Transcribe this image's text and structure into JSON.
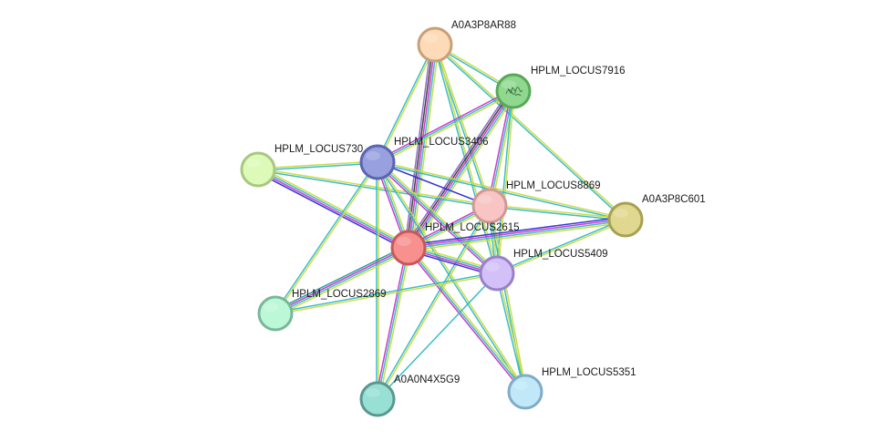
{
  "network": {
    "edge_colors": {
      "yellow": "#c8dc3c",
      "cyan": "#2fb8c8",
      "magenta": "#c832c8",
      "blue": "#2a2ad8",
      "dark": "#3a3a3a",
      "purple": "#8a64c8",
      "teal": "#1e9b9b"
    },
    "nodes": [
      {
        "id": "A0A3P8AR88",
        "label": "A0A3P8AR88",
        "fill": "#fddbb8",
        "stroke": "#c8a078"
      },
      {
        "id": "HPLM_LOCUS7916",
        "label": "HPLM_LOCUS7916",
        "fill": "#90d890",
        "stroke": "#58a858",
        "has_structure_icon": true
      },
      {
        "id": "HPLM_LOCUS7301",
        "label": "HPLM_LOCUS730",
        "fill": "#ddfab8",
        "stroke": "#a8c880"
      },
      {
        "id": "HPLM_LOCUS3406",
        "label": "HPLM_LOCUS3406",
        "fill": "#98a0e0",
        "stroke": "#5a64b0"
      },
      {
        "id": "HPLM_LOCUS8869",
        "label": "HPLM_LOCUS8869",
        "fill": "#f8c4c4",
        "stroke": "#d09898"
      },
      {
        "id": "A0A3P8C601",
        "label": "A0A3P8C601",
        "fill": "#e0d890",
        "stroke": "#a8a050"
      },
      {
        "id": "HPLM_LOCUS2615",
        "label": "HPLM_LOCUS2615",
        "fill": "#f89090",
        "stroke": "#c85858"
      },
      {
        "id": "HPLM_LOCUS5409",
        "label": "HPLM_LOCUS5409",
        "fill": "#d4c0f8",
        "stroke": "#9a80c8"
      },
      {
        "id": "HPLM_LOCUS2869",
        "label": "HPLM_LOCUS2869",
        "fill": "#bcf8d8",
        "stroke": "#78b898"
      },
      {
        "id": "A0A0N4X5G9",
        "label": "A0A0N4X5G9",
        "fill": "#98e0d4",
        "stroke": "#589890"
      },
      {
        "id": "HPLM_LOCUS5351",
        "label": "HPLM_LOCUS5351",
        "fill": "#c0e8f8",
        "stroke": "#80acc8"
      }
    ],
    "edges": [
      {
        "source": "A0A3P8AR88",
        "target": "HPLM_LOCUS7916",
        "types": [
          "yellow",
          "cyan"
        ]
      },
      {
        "source": "A0A3P8AR88",
        "target": "HPLM_LOCUS3406",
        "types": [
          "yellow",
          "cyan"
        ]
      },
      {
        "source": "A0A3P8AR88",
        "target": "HPLM_LOCUS2615",
        "types": [
          "yellow",
          "cyan",
          "magenta",
          "dark",
          "purple"
        ]
      },
      {
        "source": "A0A3P8AR88",
        "target": "HPLM_LOCUS8869",
        "types": [
          "yellow",
          "cyan"
        ]
      },
      {
        "source": "A0A3P8AR88",
        "target": "HPLM_LOCUS5409",
        "types": [
          "yellow",
          "cyan"
        ]
      },
      {
        "source": "A0A3P8AR88",
        "target": "A0A3P8C601",
        "types": [
          "yellow",
          "cyan"
        ]
      },
      {
        "source": "HPLM_LOCUS7916",
        "target": "HPLM_LOCUS3406",
        "types": [
          "yellow",
          "cyan",
          "magenta"
        ]
      },
      {
        "source": "HPLM_LOCUS7916",
        "target": "HPLM_LOCUS2615",
        "types": [
          "yellow",
          "cyan",
          "magenta",
          "dark",
          "purple"
        ]
      },
      {
        "source": "HPLM_LOCUS7916",
        "target": "HPLM_LOCUS8869",
        "types": [
          "yellow",
          "cyan",
          "magenta"
        ]
      },
      {
        "source": "HPLM_LOCUS7916",
        "target": "HPLM_LOCUS5409",
        "types": [
          "yellow",
          "cyan"
        ]
      },
      {
        "source": "HPLM_LOCUS7301",
        "target": "HPLM_LOCUS3406",
        "types": [
          "yellow",
          "cyan"
        ]
      },
      {
        "source": "HPLM_LOCUS7301",
        "target": "HPLM_LOCUS2615",
        "types": [
          "yellow",
          "cyan",
          "magenta",
          "blue"
        ]
      },
      {
        "source": "HPLM_LOCUS7301",
        "target": "HPLM_LOCUS8869",
        "types": [
          "yellow",
          "cyan"
        ]
      },
      {
        "source": "HPLM_LOCUS3406",
        "target": "HPLM_LOCUS2615",
        "types": [
          "yellow",
          "cyan",
          "magenta"
        ]
      },
      {
        "source": "HPLM_LOCUS3406",
        "target": "HPLM_LOCUS8869",
        "types": [
          "blue"
        ]
      },
      {
        "source": "HPLM_LOCUS3406",
        "target": "A0A3P8C601",
        "types": [
          "yellow",
          "cyan"
        ]
      },
      {
        "source": "HPLM_LOCUS3406",
        "target": "HPLM_LOCUS5409",
        "types": [
          "yellow",
          "cyan",
          "magenta"
        ]
      },
      {
        "source": "HPLM_LOCUS3406",
        "target": "HPLM_LOCUS2869",
        "types": [
          "yellow",
          "cyan"
        ]
      },
      {
        "source": "HPLM_LOCUS3406",
        "target": "A0A0N4X5G9",
        "types": [
          "yellow",
          "cyan"
        ]
      },
      {
        "source": "HPLM_LOCUS3406",
        "target": "HPLM_LOCUS5351",
        "types": [
          "yellow",
          "cyan"
        ]
      },
      {
        "source": "HPLM_LOCUS8869",
        "target": "HPLM_LOCUS2615",
        "types": [
          "yellow",
          "cyan",
          "magenta"
        ]
      },
      {
        "source": "HPLM_LOCUS8869",
        "target": "A0A3P8C601",
        "types": [
          "yellow",
          "cyan"
        ]
      },
      {
        "source": "HPLM_LOCUS8869",
        "target": "HPLM_LOCUS5409",
        "types": [
          "yellow",
          "cyan"
        ]
      },
      {
        "source": "HPLM_LOCUS8869",
        "target": "A0A0N4X5G9",
        "types": [
          "yellow",
          "cyan"
        ]
      },
      {
        "source": "HPLM_LOCUS8869",
        "target": "HPLM_LOCUS5351",
        "types": [
          "yellow",
          "cyan"
        ]
      },
      {
        "source": "A0A3P8C601",
        "target": "HPLM_LOCUS2615",
        "types": [
          "yellow",
          "cyan",
          "magenta",
          "blue"
        ]
      },
      {
        "source": "A0A3P8C601",
        "target": "HPLM_LOCUS5409",
        "types": [
          "yellow",
          "cyan"
        ]
      },
      {
        "source": "HPLM_LOCUS2615",
        "target": "HPLM_LOCUS5409",
        "types": [
          "yellow",
          "cyan",
          "magenta",
          "blue"
        ]
      },
      {
        "source": "HPLM_LOCUS2615",
        "target": "HPLM_LOCUS2869",
        "types": [
          "yellow",
          "cyan",
          "magenta",
          "teal"
        ]
      },
      {
        "source": "HPLM_LOCUS2615",
        "target": "A0A0N4X5G9",
        "types": [
          "yellow",
          "cyan",
          "magenta"
        ]
      },
      {
        "source": "HPLM_LOCUS2615",
        "target": "HPLM_LOCUS5351",
        "types": [
          "yellow",
          "cyan",
          "magenta"
        ]
      },
      {
        "source": "HPLM_LOCUS5409",
        "target": "HPLM_LOCUS2869",
        "types": [
          "yellow",
          "cyan"
        ]
      },
      {
        "source": "HPLM_LOCUS5409",
        "target": "A0A0N4X5G9",
        "types": [
          "cyan"
        ]
      },
      {
        "source": "HPLM_LOCUS5409",
        "target": "HPLM_LOCUS5351",
        "types": [
          "yellow",
          "cyan"
        ]
      }
    ]
  }
}
